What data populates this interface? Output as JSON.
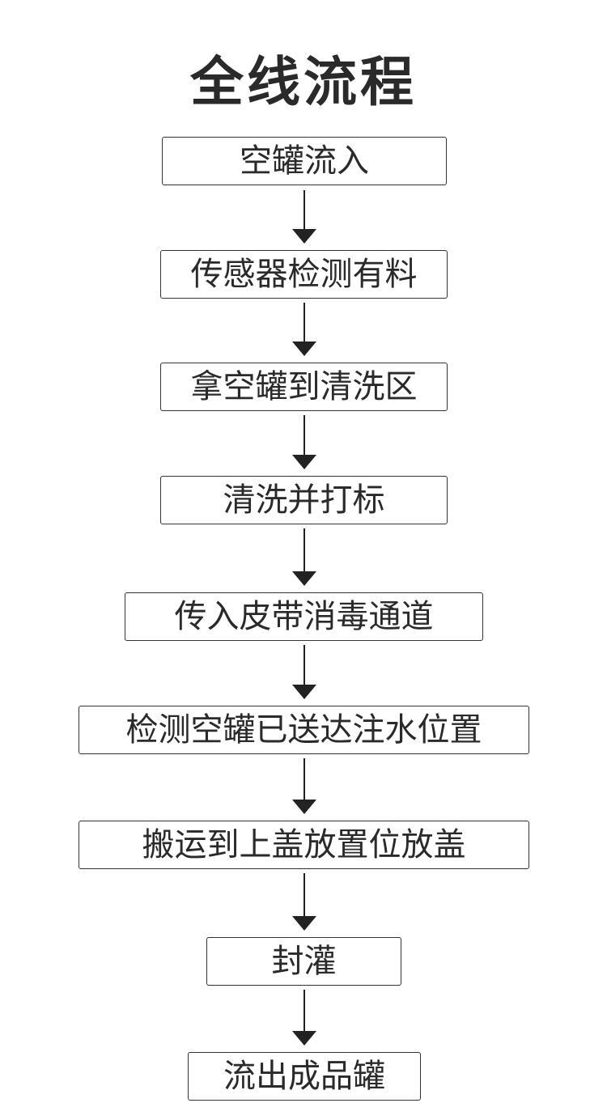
{
  "title": "全线流程",
  "steps": [
    "空罐流入",
    "传感器检测有料",
    "拿空罐到清洗区",
    "清洗并打标",
    "传入皮带消毒通道",
    "检测空罐已送达注水位置",
    "搬运到上盖放置位放盖",
    "封灌",
    "流出成品罐"
  ]
}
